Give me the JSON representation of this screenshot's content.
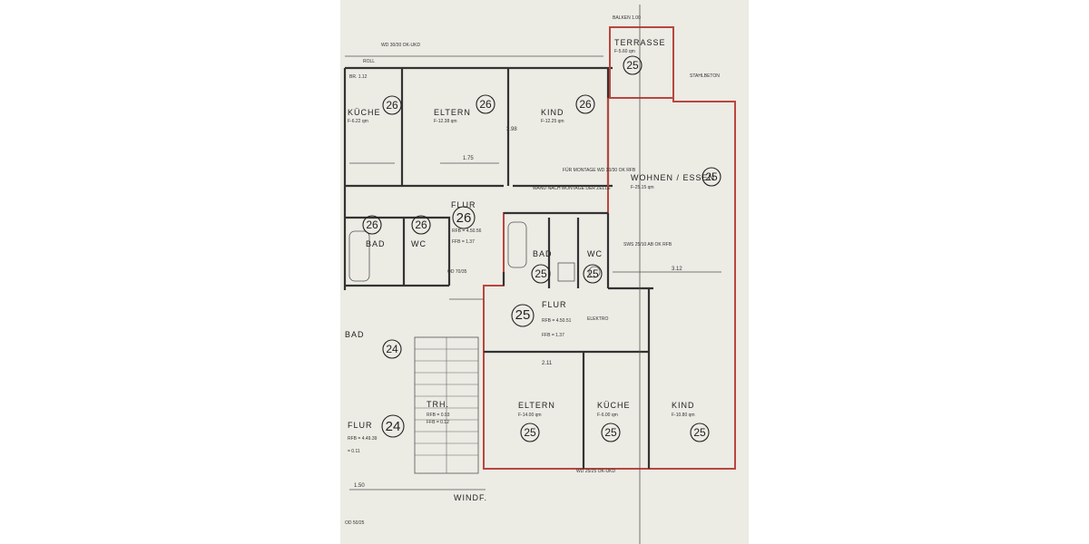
{
  "plan": {
    "top_left_note": "WD 30/30 OK-UKD",
    "top_center_note": "BALKEN 1.00",
    "roll": "ROLL",
    "br": "BR. 1.12",
    "stahl": "STAHLBETON",
    "rooms_26": {
      "kueche": {
        "name": "KÜCHE",
        "num": "26",
        "area": "F-6.22 qm"
      },
      "eltern": {
        "name": "ELTERN",
        "num": "26",
        "area": "F-12.38 qm"
      },
      "kind": {
        "name": "KIND",
        "num": "26",
        "area": "F-12.25 qm"
      },
      "flur": {
        "name": "FLUR",
        "num": "26",
        "rfb": "RFB = 4.50.56",
        "ffb": "FFB = 1.37"
      },
      "bad": {
        "name": "BAD",
        "num": "26"
      },
      "wc": {
        "name": "WC",
        "num": "26"
      }
    },
    "rooms_25": {
      "terrasse": {
        "name": "TERRASSE",
        "num": "25",
        "area": "F-5.60 qm"
      },
      "wohnen": {
        "name": "WOHNEN / ESSEN",
        "num": "25",
        "area": "F-25.15 qm"
      },
      "bad": {
        "name": "BAD",
        "num": "25"
      },
      "wc": {
        "name": "WC",
        "num": "25"
      },
      "flur": {
        "name": "FLUR",
        "num": "25",
        "rfb": "RFB = 4.50.51",
        "ffb": "FFB = 1.37"
      },
      "eltern": {
        "name": "ELTERN",
        "num": "25",
        "area": "F-14.00 qm"
      },
      "kueche": {
        "name": "KÜCHE",
        "num": "25",
        "area": "F-6.00 qm"
      },
      "kind": {
        "name": "KIND",
        "num": "25",
        "area": "F-10.80 qm"
      }
    },
    "rooms_24": {
      "bad": {
        "name": "BAD",
        "num": "24"
      },
      "flur": {
        "name": "FLUR",
        "num": "24",
        "rfb": "RFB = 4.49.39",
        "ffb": "= 0.11"
      }
    },
    "trh": {
      "name": "TRH.",
      "rfb": "RFB = 0.93",
      "ffb": "FFB = 0.12"
    },
    "windf": "WINDF.",
    "notes": {
      "fuer_montage": "FÜR MONTAGE WD 30/30 OK RFB",
      "wand_montage": "WAND NACH MONTAGE DER ZELLE",
      "wd_25": "WD 25/25 OK-UKD",
      "od_50": "OD 50/25",
      "od_70": "OD 70/35",
      "sws": "SWS 25/10 AB OK RFB",
      "elektro": "ELEKTRO",
      "dim_211": "2.11",
      "dim_175": "1.75",
      "dim_312": "3.12",
      "dim_150": "1.50",
      "dim_398": "3.98"
    }
  }
}
